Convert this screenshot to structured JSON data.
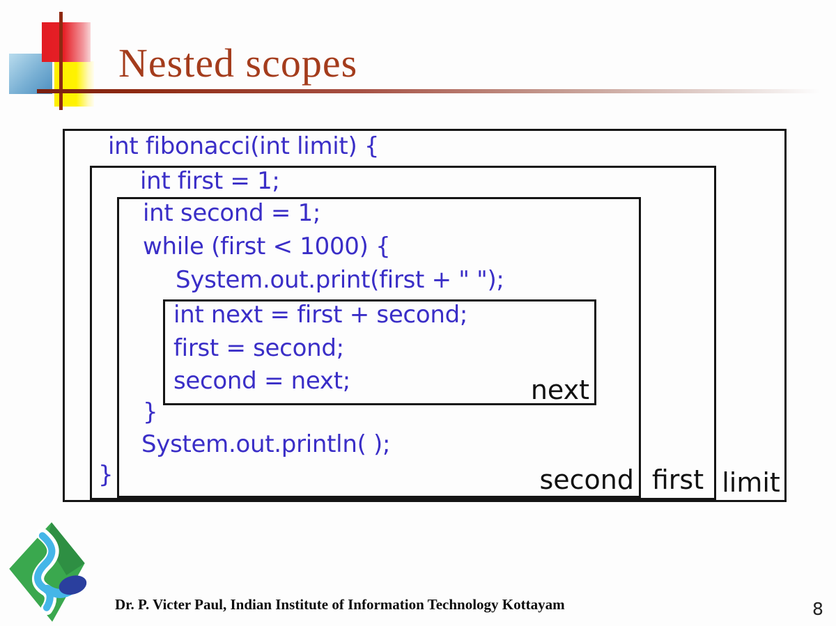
{
  "header": {
    "title": "Nested scopes"
  },
  "diagram": {
    "code_lines": [
      "int fibonacci(int limit) {",
      "int first = 1;",
      "int second = 1;",
      "while (first < 1000) {",
      "System.out.print(first + \" \");",
      "int next = first + second;",
      "first = second;",
      "second = next;",
      "}",
      "System.out.println( );",
      "}"
    ],
    "scope_labels": {
      "next": "next",
      "second": "second",
      "first": "first",
      "limit": "limit"
    }
  },
  "footer": {
    "credit": "Dr. P. Victer Paul, Indian Institute of Information Technology Kottayam",
    "page_number": "8"
  },
  "colors": {
    "code_text": "#3a2ec7",
    "title_text": "#a43c1c",
    "box_border": "#151515",
    "decoration_red": "#e21c23",
    "decoration_blue": "#79b0d4",
    "decoration_yellow": "#fff200",
    "decoration_line": "#8e2a12",
    "logo_green": "#3aa84e",
    "logo_dark_green": "#2e8f43",
    "logo_cyan": "#45b6e8",
    "logo_dark_blue": "#2a3f9e"
  }
}
